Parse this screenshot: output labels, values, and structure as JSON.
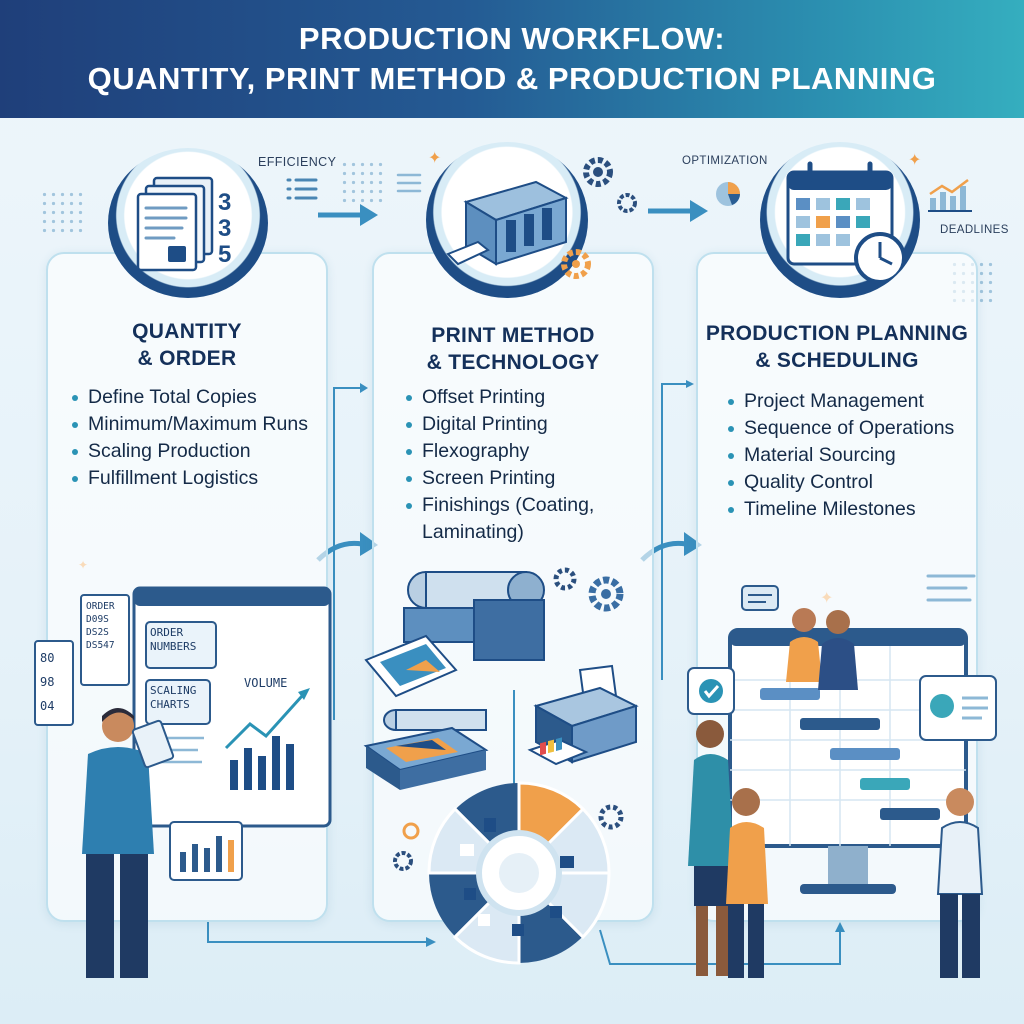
{
  "header": {
    "title_line1": "PRODUCTION WORKFLOW:",
    "title_line2": "QUANTITY, PRINT METHOD & PRODUCTION PLANNING"
  },
  "labels": {
    "efficiency": "EFFICIENCY",
    "optimization": "OPTIMIZATION",
    "deadlines": "DEADLINES",
    "order": "ORDER",
    "order_numbers": "ORDER NUMBERS",
    "scaling_charts": "SCALING CHARTS",
    "volume": "VOLUME",
    "doc_numbers": "335",
    "order_codes_1": "D09S",
    "order_codes_2": "DS2S",
    "order_codes_3": "DS547",
    "num_list_1": "80",
    "num_list_2": "98",
    "num_list_3": "04"
  },
  "columns": [
    {
      "title_line1": "QUANTITY",
      "title_line2": "& ORDER",
      "items": [
        "Define Total Copies",
        "Minimum/Maximum Runs",
        "Scaling Production",
        "Fulfillment Logistics"
      ]
    },
    {
      "title_line1": "PRINT METHOD",
      "title_line2": "& TECHNOLOGY",
      "items": [
        "Offset Printing",
        "Digital Printing",
        "Flexography",
        "Screen Printing",
        "Finishings (Coating,",
        "Laminating)"
      ]
    },
    {
      "title_line1": "PRODUCTION PLANNING",
      "title_line2": "& SCHEDULING",
      "items": [
        "Project Management",
        "Sequence of Operations",
        "Material Sourcing",
        "Quality Control",
        "Timeline Milestones"
      ]
    }
  ],
  "colors": {
    "navy": "#1e4d86",
    "teal": "#2a93b5",
    "orange": "#f0a04b",
    "light_blue": "#bfe0ee"
  }
}
